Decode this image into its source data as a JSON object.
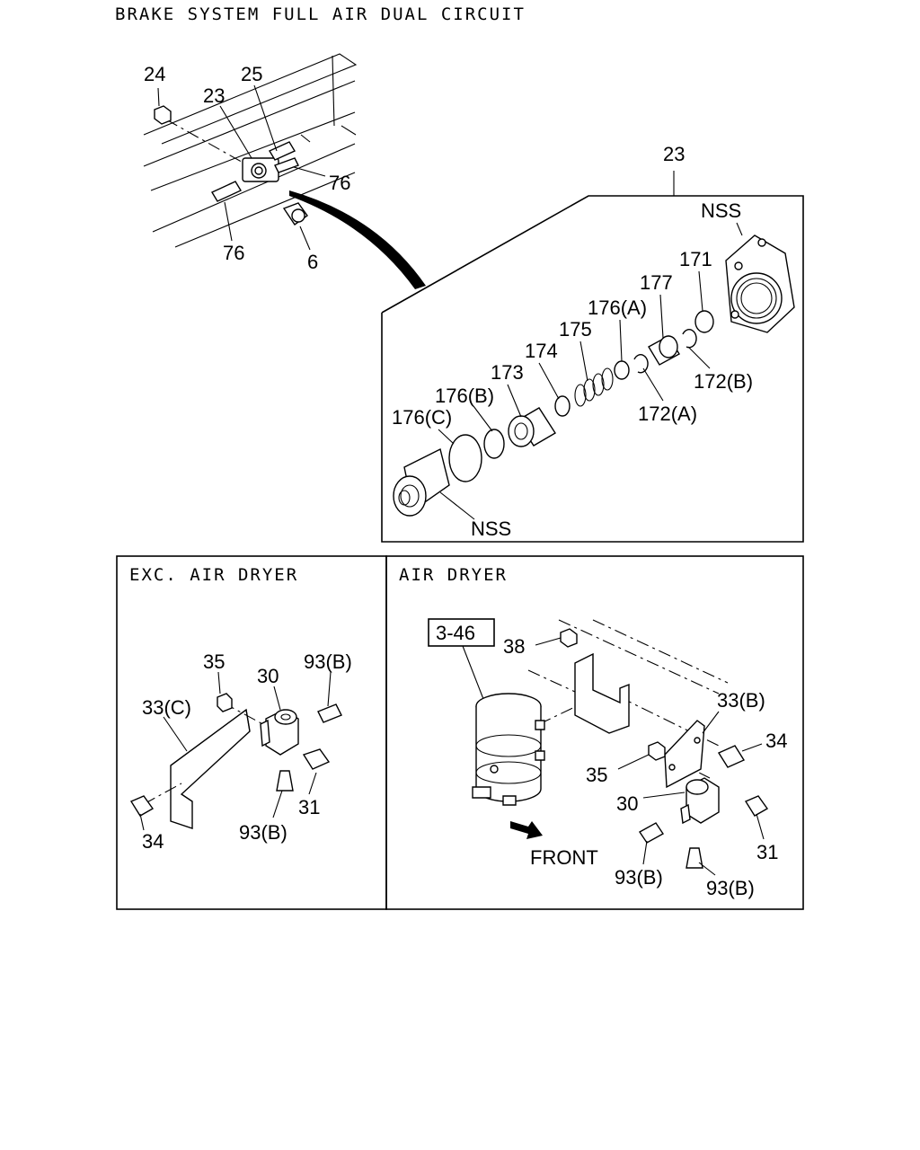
{
  "title": "BRAKE SYSTEM FULL AIR DUAL CIRCUIT",
  "top_view": {
    "callouts": {
      "c24": "24",
      "c25": "25",
      "c23": "23",
      "c76a": "76",
      "c76b": "76",
      "c6": "6"
    }
  },
  "detail_view": {
    "ref": "23",
    "callouts": {
      "nss_top": "NSS",
      "c171": "171",
      "c177": "177",
      "c176a": "176(A)",
      "c175": "175",
      "c174": "174",
      "c173": "173",
      "c176b": "176(B)",
      "c176c": "176(C)",
      "c172b": "172(B)",
      "c172a": "172(A)",
      "nss_bottom": "NSS"
    }
  },
  "exc_air_dryer": {
    "heading": "EXC. AIR DRYER",
    "callouts": {
      "c35": "35",
      "c30": "30",
      "c93b_top": "93(B)",
      "c33c": "33(C)",
      "c31": "31",
      "c93b_bottom": "93(B)",
      "c34": "34"
    }
  },
  "air_dryer": {
    "heading": "AIR DRYER",
    "ref_box": "3-46",
    "front_label": "FRONT",
    "callouts": {
      "c38": "38",
      "c33b": "33(B)",
      "c34": "34",
      "c35": "35",
      "c30": "30",
      "c31": "31",
      "c93b_left": "93(B)",
      "c93b_right": "93(B)"
    }
  }
}
